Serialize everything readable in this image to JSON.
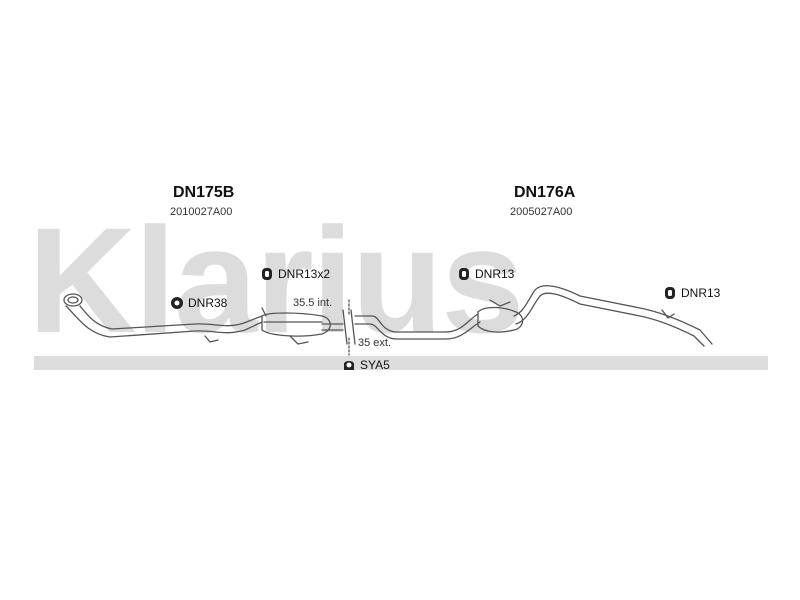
{
  "brand": {
    "watermark": "Klarius",
    "color": "#dcdcdc"
  },
  "sections": [
    {
      "code": "DN175B",
      "ref": "2010027A00"
    },
    {
      "code": "DN176A",
      "ref": "2005027A00"
    }
  ],
  "parts": {
    "hanger_left": "DNR13x2",
    "mount_left": "DNR38",
    "hanger_mid": "DNR13",
    "hanger_right": "DNR13",
    "clamp": "SYA5"
  },
  "notes": {
    "internal_dia": "35.5 int.",
    "external_dia": "35 ext."
  },
  "icons": {
    "hanger": "rubber-hanger-icon",
    "mount": "rubber-mount-icon",
    "clamp": "clamp-icon"
  }
}
